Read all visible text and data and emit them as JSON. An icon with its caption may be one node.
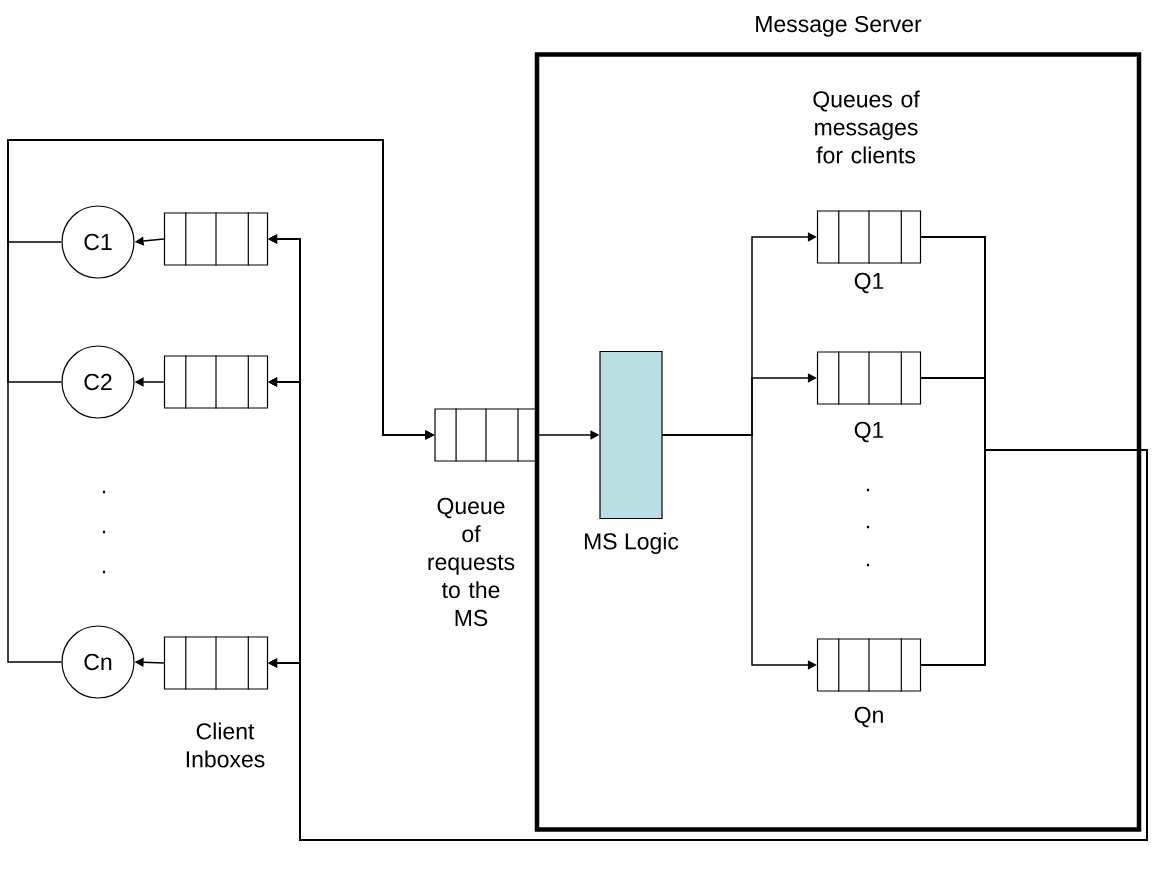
{
  "diagram": {
    "nodes": [
      {
        "text": [
          "Message Server"
        ]
      },
      {
        "text": [
          "C1"
        ]
      },
      {
        "text": [
          "C2"
        ]
      },
      {
        "text": [
          "Cn"
        ]
      },
      {
        "text": [],
        "shape": "box"
      },
      {
        "text": [],
        "shape": "box"
      },
      {
        "text": [],
        "shape": "box",
        "beside": [
          "Client Inboxes"
        ]
      },
      {
        "text": [],
        "shape": "box",
        "beside": [
          "Queue of requests to the MS"
        ]
      },
      {
        "text": [
          "MS Logic"
        ],
        "in": 0
      },
      {
        "text": [],
        "shape": "box",
        "in": 0,
        "beside": [
          "Q1"
        ]
      },
      {
        "text": [],
        "shape": "box",
        "in": 0,
        "beside": [
          "Q1"
        ]
      },
      {
        "text": [],
        "shape": "box",
        "in": 0,
        "beside": [
          "Qn"
        ]
      }
    ],
    "edges": [
      {
        "from": 4,
        "to": 1,
        "arrow": "to"
      },
      {
        "from": 5,
        "to": 2,
        "arrow": "to"
      },
      {
        "from": 6,
        "to": 3,
        "arrow": "to"
      },
      {
        "from": 1,
        "to": 7,
        "arrow": "to"
      },
      {
        "from": 2,
        "to": 7,
        "arrow": "to"
      },
      {
        "from": 3,
        "to": 7,
        "arrow": "to"
      },
      {
        "from": 7,
        "to": 8,
        "arrow": "to"
      },
      {
        "from": 8,
        "to": 9,
        "arrow": "to"
      },
      {
        "from": 8,
        "to": 10,
        "arrow": "to"
      },
      {
        "from": 8,
        "to": 11,
        "arrow": "to"
      },
      {
        "from": 9,
        "to": 4,
        "arrow": "to"
      },
      {
        "from": 9,
        "to": 5,
        "arrow": "to"
      },
      {
        "from": 9,
        "to": 6,
        "arrow": "to"
      },
      {
        "from": 10,
        "to": 4,
        "arrow": "to"
      },
      {
        "from": 10,
        "to": 5,
        "arrow": "to"
      },
      {
        "from": 10,
        "to": 6,
        "arrow": "to"
      },
      {
        "from": 11,
        "to": 4,
        "arrow": "to"
      },
      {
        "from": 11,
        "to": 5,
        "arrow": "to"
      },
      {
        "from": 11,
        "to": 6,
        "arrow": "to"
      }
    ],
    "labels": [
      "Queues of messages for clients",
      ".",
      ".",
      ".",
      ".",
      ".",
      "."
    ]
  }
}
